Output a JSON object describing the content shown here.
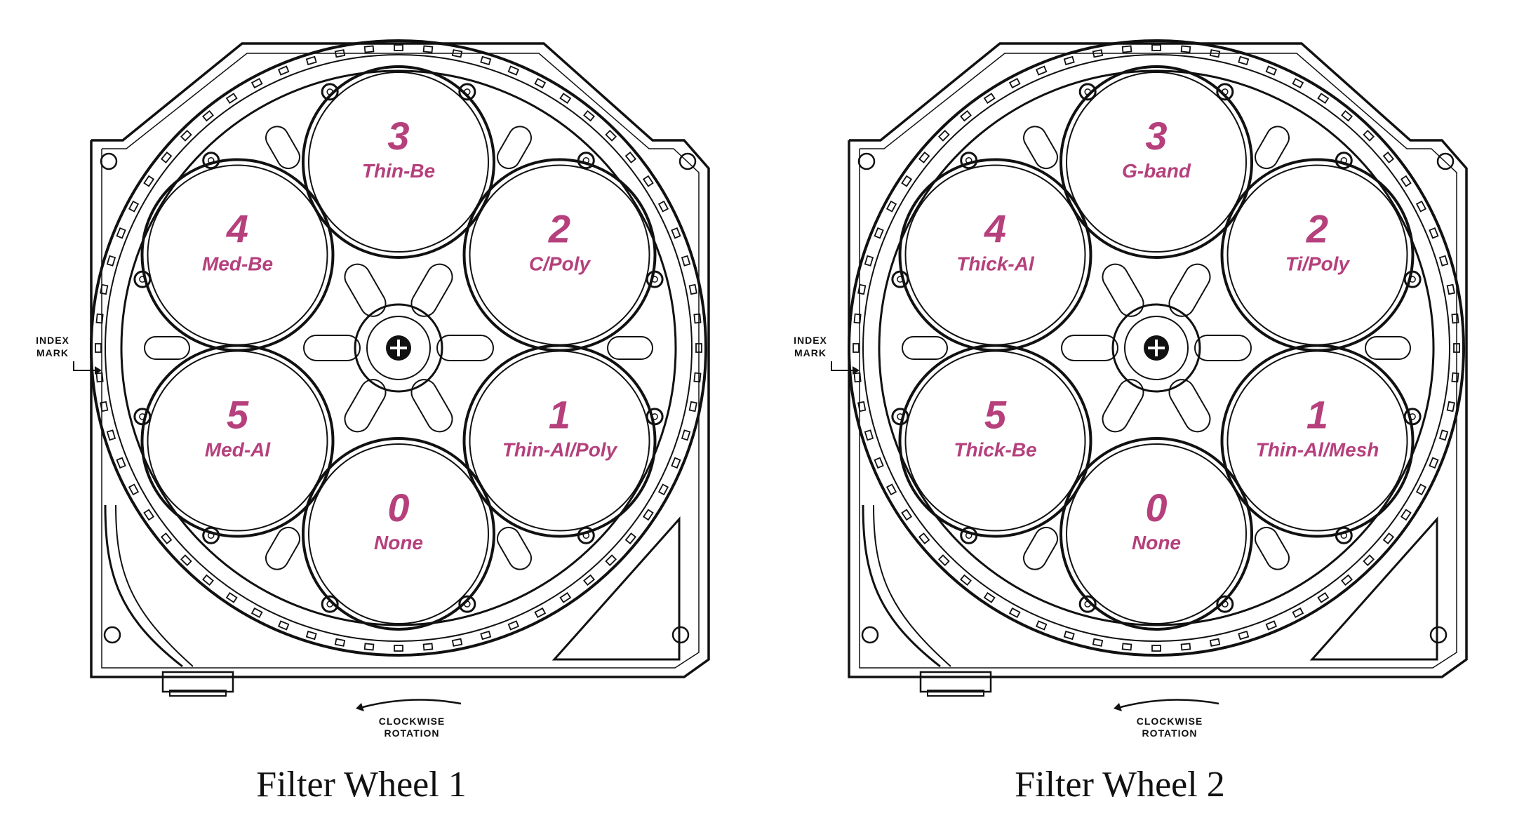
{
  "annotations": {
    "index_mark": [
      "INDEX",
      "MARK"
    ],
    "rotation": [
      "CLOCKWISE",
      "ROTATION"
    ]
  },
  "colors": {
    "label": "#b5407c",
    "line": "#111111"
  },
  "wheels": [
    {
      "caption": "Filter Wheel 1",
      "positions": [
        {
          "number": "0",
          "name": "None"
        },
        {
          "number": "1",
          "name": "Thin-Al/Poly"
        },
        {
          "number": "2",
          "name": "C/Poly"
        },
        {
          "number": "3",
          "name": "Thin-Be"
        },
        {
          "number": "4",
          "name": "Med-Be"
        },
        {
          "number": "5",
          "name": "Med-Al"
        }
      ]
    },
    {
      "caption": "Filter Wheel 2",
      "positions": [
        {
          "number": "0",
          "name": "None"
        },
        {
          "number": "1",
          "name": "Thin-Al/Mesh"
        },
        {
          "number": "2",
          "name": "Ti/Poly"
        },
        {
          "number": "3",
          "name": "G-band"
        },
        {
          "number": "4",
          "name": "Thick-Al"
        },
        {
          "number": "5",
          "name": "Thick-Be"
        }
      ]
    }
  ]
}
